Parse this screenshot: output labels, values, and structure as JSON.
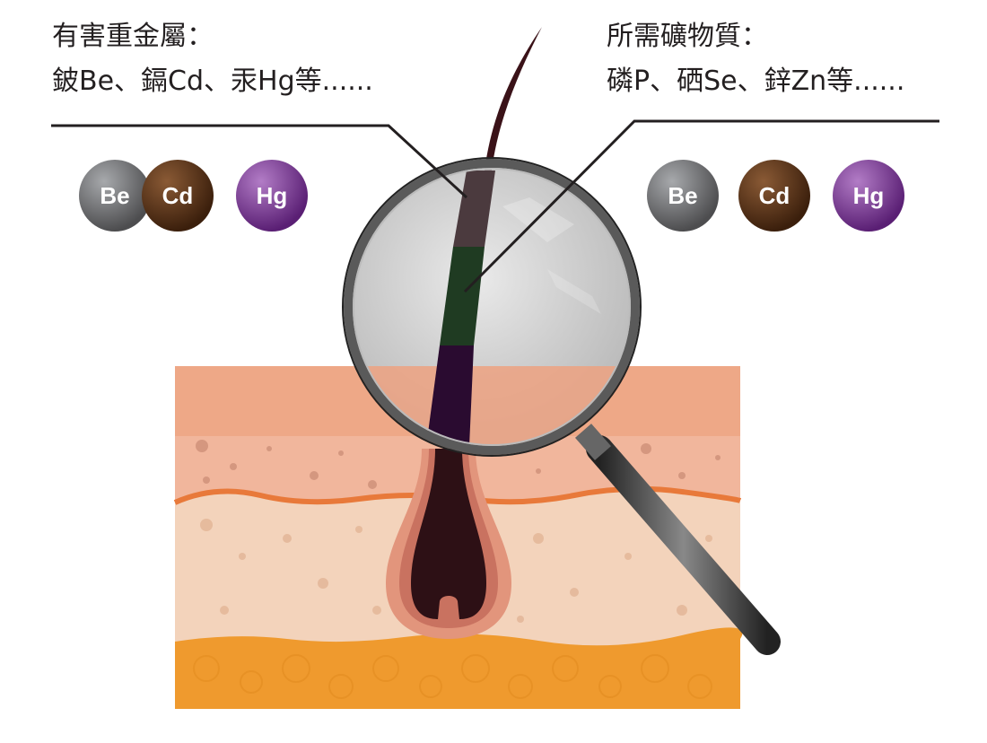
{
  "harmful": {
    "title": "有害重金屬：",
    "items": "鈹Be、鎘Cd、汞Hg等......",
    "elements": [
      {
        "symbol": "Be",
        "color": "#6d6e70"
      },
      {
        "symbol": "Cd",
        "color": "#5a3418"
      },
      {
        "symbol": "Hg",
        "color": "#7b3a92"
      }
    ]
  },
  "needed": {
    "title": "所需礦物質：",
    "items": "磷P、硒Se、鋅Zn等......",
    "elements": [
      {
        "symbol": "Be",
        "color": "#6d6e70"
      },
      {
        "symbol": "Cd",
        "color": "#5a3418"
      },
      {
        "symbol": "Hg",
        "color": "#7b3a92"
      }
    ]
  }
}
